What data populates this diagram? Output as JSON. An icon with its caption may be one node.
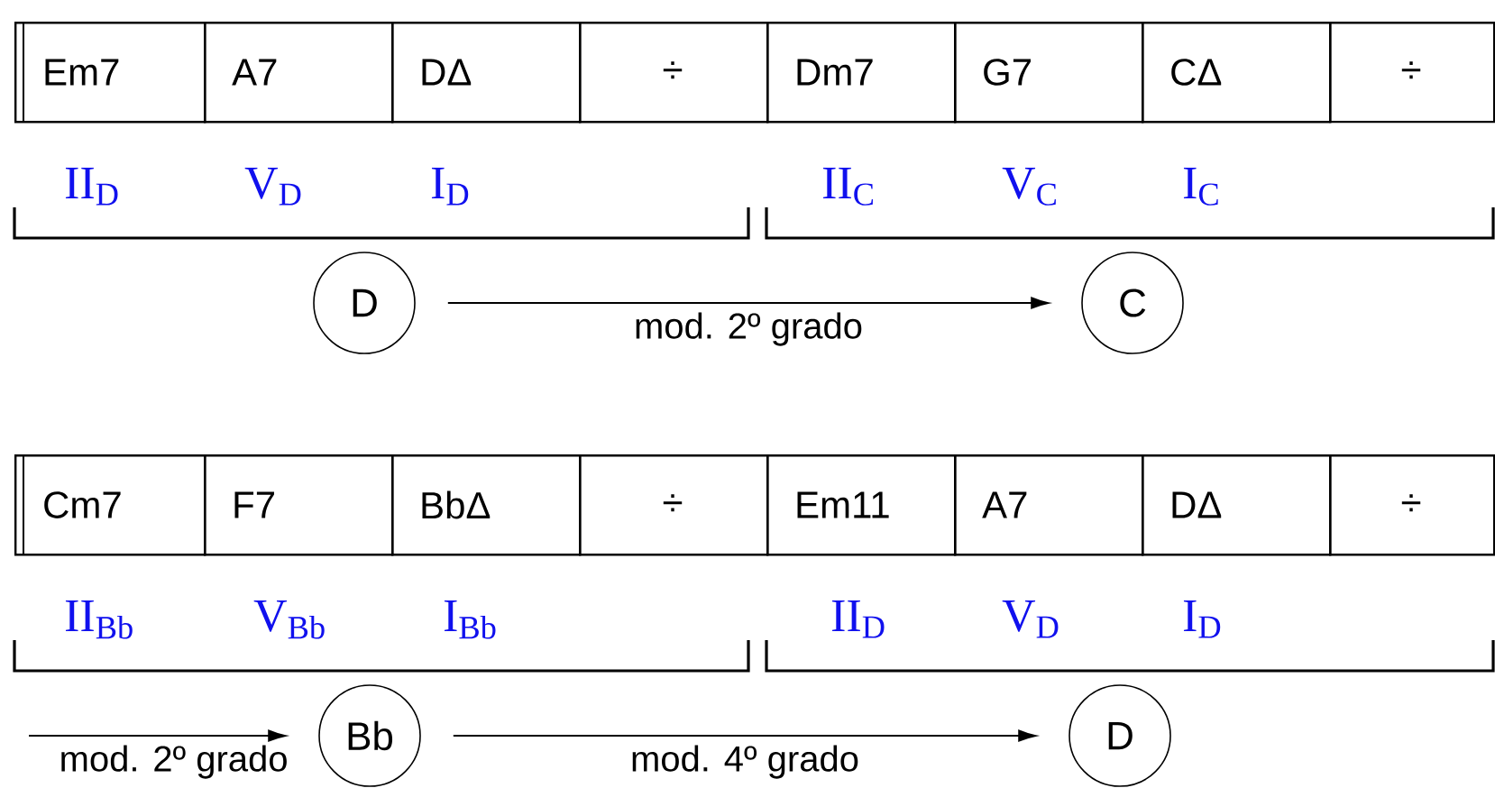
{
  "diagram": {
    "nodes": [
      {
        "text": [
          "Em7"
        ]
      },
      {
        "text": [
          "A7"
        ]
      },
      {
        "text": [
          "DΔ"
        ]
      },
      {
        "text": [
          "÷"
        ]
      },
      {
        "text": [
          "Dm7"
        ]
      },
      {
        "text": [
          "G7"
        ]
      },
      {
        "text": [
          "CΔ"
        ]
      },
      {
        "text": [
          "÷"
        ]
      },
      {
        "text": [
          "Cm7"
        ]
      },
      {
        "text": [
          "F7"
        ]
      },
      {
        "text": [
          "BbΔ"
        ]
      },
      {
        "text": [
          "÷"
        ]
      },
      {
        "text": [
          "Em11"
        ]
      },
      {
        "text": [
          "A7"
        ]
      },
      {
        "text": [
          "DΔ"
        ]
      },
      {
        "text": [
          "÷"
        ]
      },
      {
        "text": [
          "D"
        ]
      },
      {
        "text": [
          "C"
        ]
      },
      {
        "text": [
          "Bb"
        ]
      },
      {
        "text": [
          "D"
        ]
      }
    ],
    "edges": [
      {
        "from": 16,
        "to": 17,
        "arrow": "to",
        "label": "mod. 2º grado"
      },
      {
        "from": null,
        "to": 18,
        "arrow": "to",
        "label": "mod. 2º grado"
      },
      {
        "from": 18,
        "to": 19,
        "arrow": "to",
        "label": "mod. 4º grado"
      }
    ],
    "labels": [
      "II$_{D}$",
      "V$_{D}$",
      "I$_{D}$",
      "II$_{C}$",
      "V$_{C}$",
      "I$_{C}$",
      "II$_{Bb}$",
      "V$_{Bb}$",
      "I$_{Bb}$",
      "II$_{D}$",
      "V$_{D}$",
      "I$_{D}$"
    ]
  }
}
